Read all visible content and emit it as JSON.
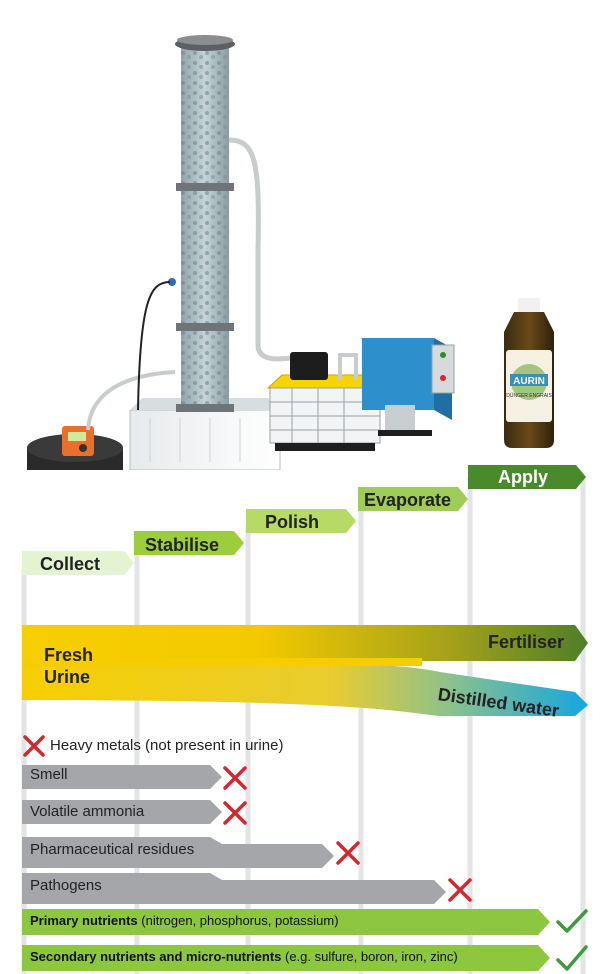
{
  "stages": [
    {
      "key": "collect",
      "label": "Collect"
    },
    {
      "key": "stabilise",
      "label": "Stabilise"
    },
    {
      "key": "polish",
      "label": "Polish"
    },
    {
      "key": "evaporate",
      "label": "Evaporate"
    },
    {
      "key": "apply",
      "label": "Apply"
    }
  ],
  "flow": {
    "input_line1": "Fresh",
    "input_line2": "Urine",
    "output_top": "Fertiliser",
    "output_bottom": "Distilled water"
  },
  "removals": [
    {
      "label": "Heavy metals (not present in urine)",
      "removed_at": "collect"
    },
    {
      "label": "Smell",
      "removed_at": "stabilise"
    },
    {
      "label": "Volatile ammonia",
      "removed_at": "stabilise"
    },
    {
      "label": "Pharmaceutical residues",
      "removed_at": "polish"
    },
    {
      "label": "Pathogens",
      "removed_at": "evaporate"
    }
  ],
  "nutrients": [
    {
      "bold": "Primary nutrients",
      "rest": " (nitrogen, phosphorus, potassium)"
    },
    {
      "bold": "Secondary nutrients and micro-nutrients",
      "rest": " (e.g. sulfure, boron, iron, zinc)"
    }
  ],
  "product": {
    "brand": "AURIN",
    "subtitle": "DÜNGER ENGRAIS"
  },
  "colors": {
    "collect": "#e4f3d2",
    "stabilise": "#9ccd3c",
    "polish": "#b7da66",
    "evaporate": "#9fcc59",
    "apply": "#4a8a2c",
    "urine_yellow": "#f7cf00",
    "fertiliser_green": "#4f7e2a",
    "water_blue": "#19a9dd",
    "gray_bar": "#a4a6a9",
    "red_x": "#d4282f",
    "check_green": "#3f9a3f"
  }
}
